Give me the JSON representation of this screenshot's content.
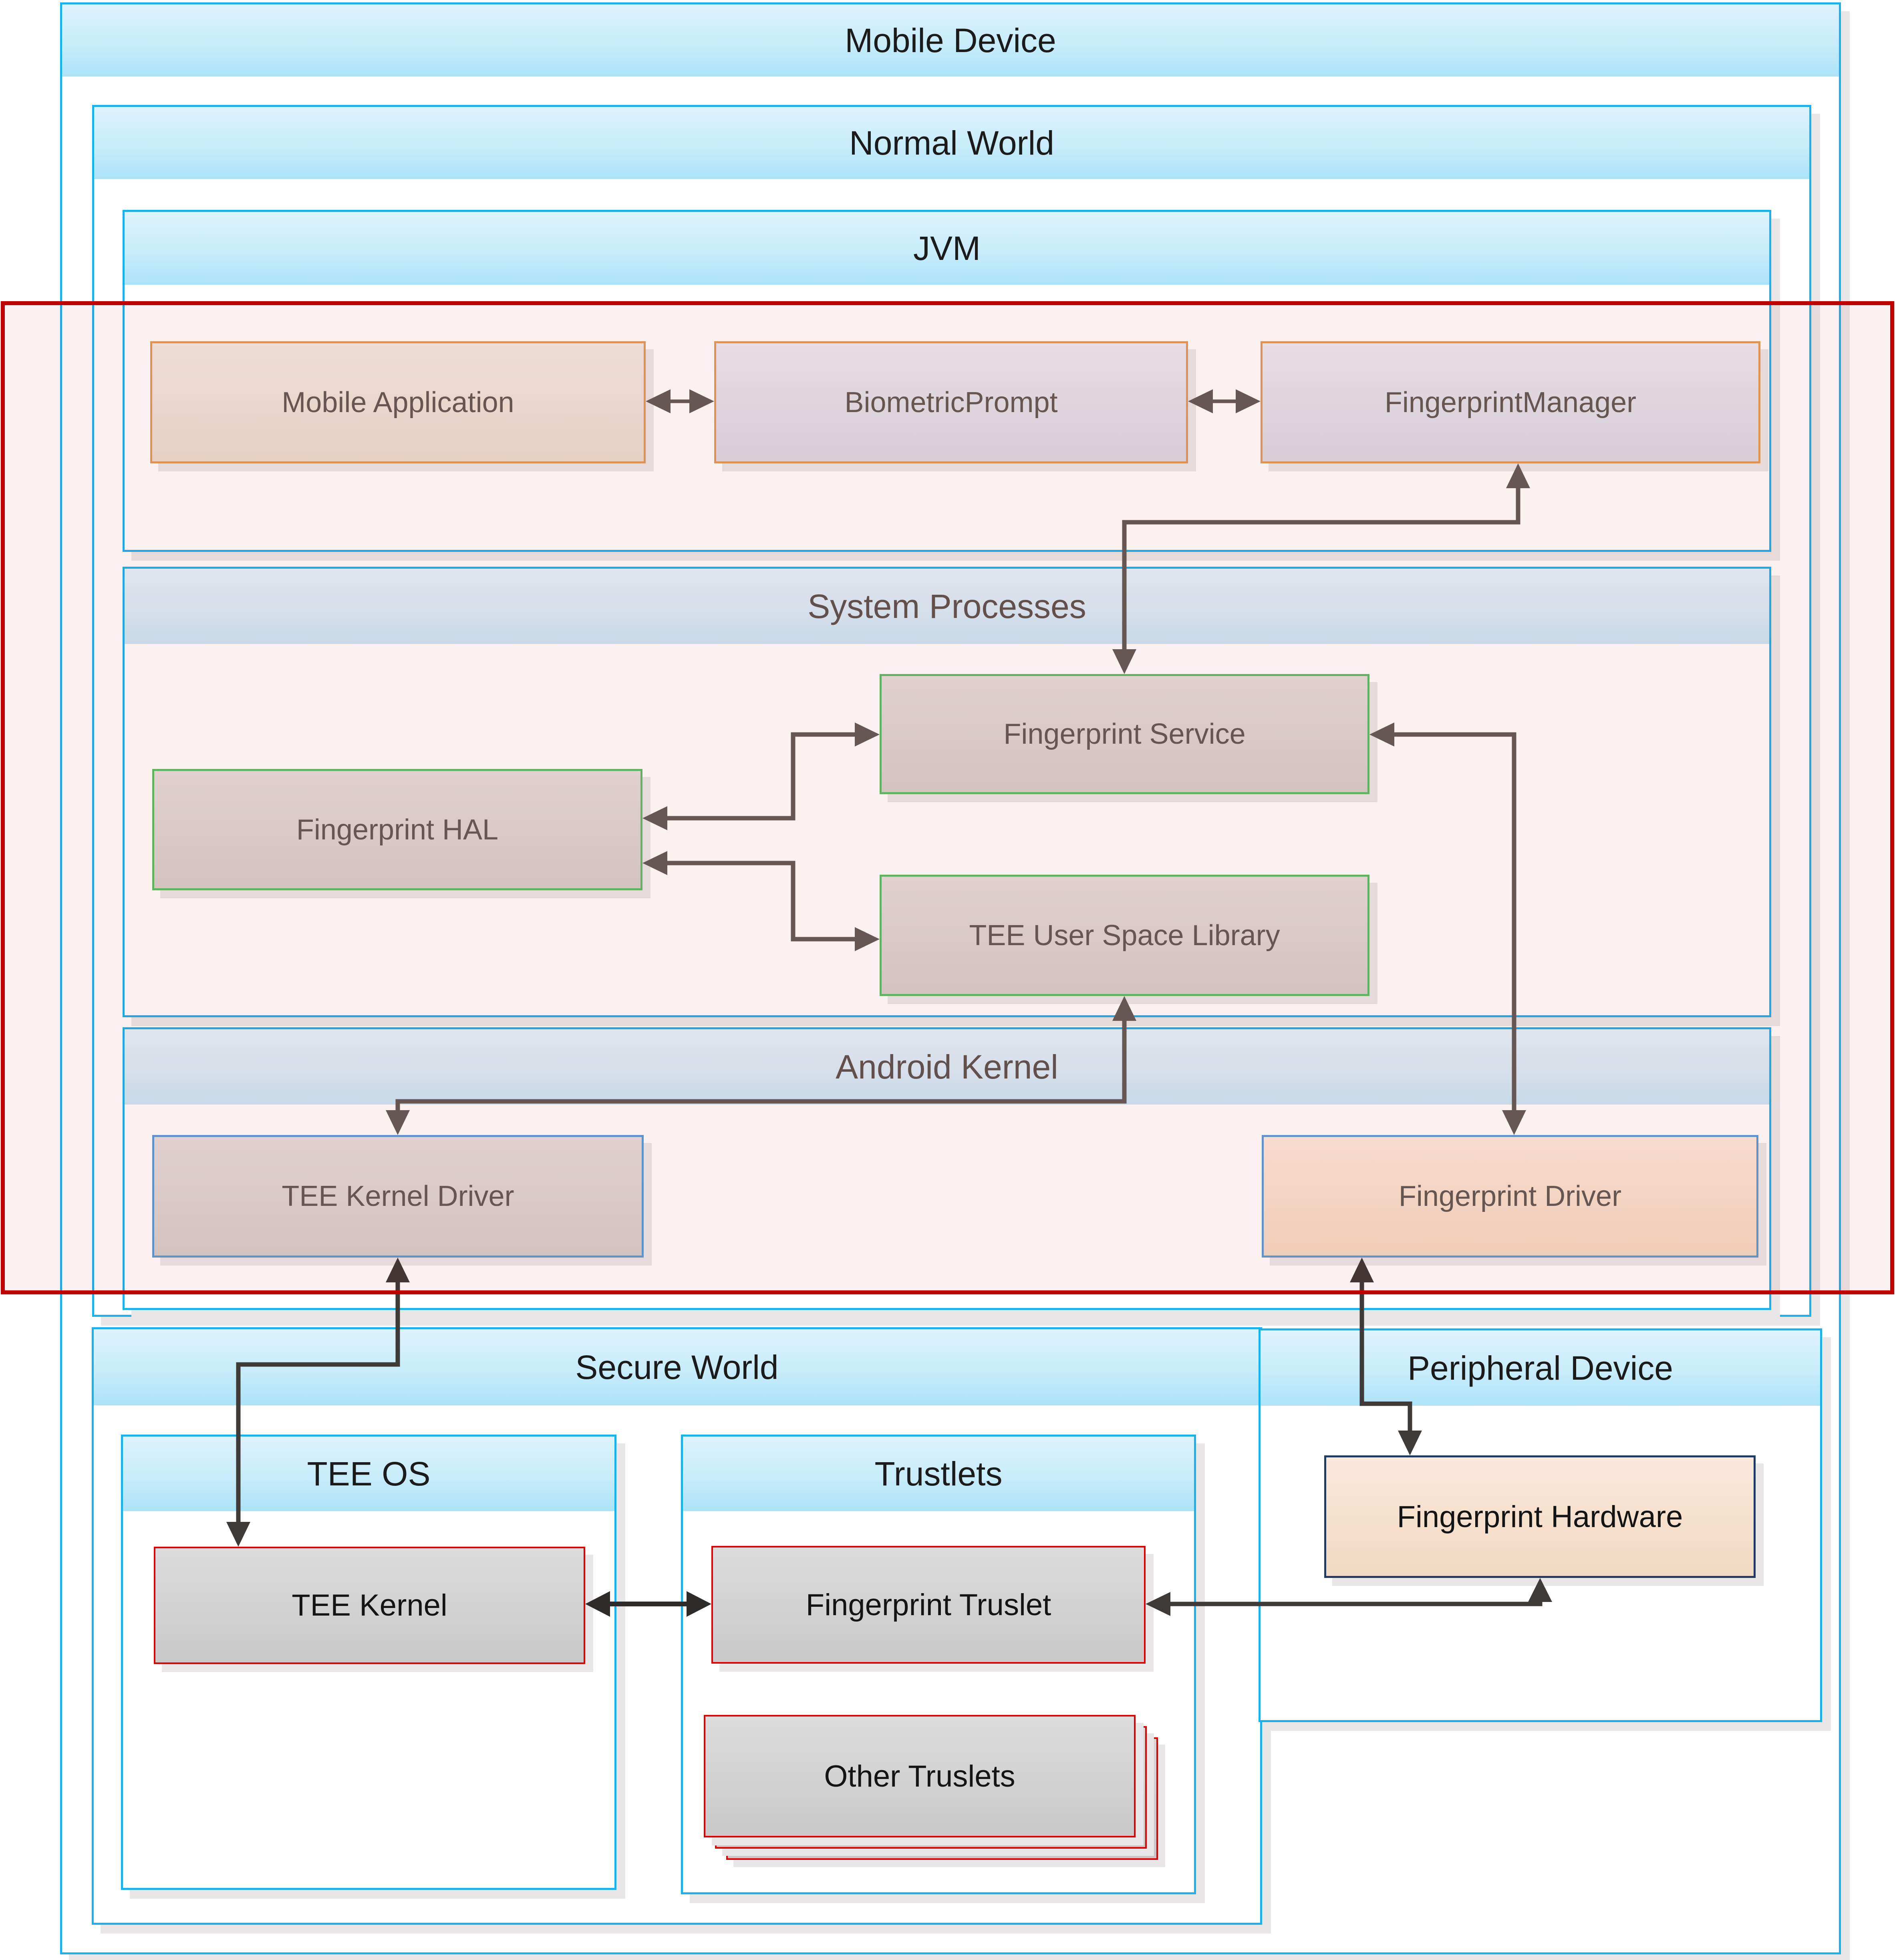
{
  "sections": {
    "mobile_device": {
      "title": "Mobile Device"
    },
    "normal_world": {
      "title": "Normal World"
    },
    "jvm": {
      "title": "JVM",
      "boxes": {
        "mobile_application": {
          "label": "Mobile Application"
        },
        "biometric_prompt": {
          "label": "BiometricPrompt"
        },
        "fingerprint_manager": {
          "label": "FingerprintManager"
        }
      }
    },
    "system_processes": {
      "title": "System Processes",
      "boxes": {
        "fingerprint_service": {
          "label": "Fingerprint Service"
        },
        "fingerprint_hal": {
          "label": "Fingerprint HAL"
        },
        "tee_user_space_library": {
          "label": "TEE User Space Library"
        }
      }
    },
    "android_kernel": {
      "title": "Android Kernel",
      "boxes": {
        "tee_kernel_driver": {
          "label": "TEE Kernel Driver"
        },
        "fingerprint_driver": {
          "label": "Fingerprint Driver"
        }
      }
    },
    "secure_world": {
      "title": "Secure World",
      "tee_os": {
        "title": "TEE OS",
        "boxes": {
          "tee_kernel": {
            "label": "TEE Kernel"
          }
        }
      },
      "trustlets": {
        "title": "Trustlets",
        "boxes": {
          "fingerprint_truslet": {
            "label": "Fingerprint Truslet"
          },
          "other_truslets": {
            "label": "Other Truslets"
          }
        }
      }
    },
    "peripheral_device": {
      "title": "Peripheral Device",
      "boxes": {
        "fingerprint_hardware": {
          "label": "Fingerprint Hardware"
        }
      }
    }
  },
  "connectors": [
    {
      "from": "Mobile Application",
      "to": "BiometricPrompt",
      "type": "bidirectional"
    },
    {
      "from": "BiometricPrompt",
      "to": "FingerprintManager",
      "type": "bidirectional"
    },
    {
      "from": "FingerprintManager",
      "to": "Fingerprint Service",
      "type": "bidirectional"
    },
    {
      "from": "Fingerprint Service",
      "to": "Fingerprint HAL",
      "type": "bidirectional"
    },
    {
      "from": "Fingerprint HAL",
      "to": "TEE User Space Library",
      "type": "bidirectional"
    },
    {
      "from": "TEE User Space Library",
      "to": "TEE Kernel Driver",
      "type": "bidirectional"
    },
    {
      "from": "Fingerprint Service",
      "to": "Fingerprint Driver",
      "type": "bidirectional"
    },
    {
      "from": "TEE Kernel Driver",
      "to": "TEE Kernel",
      "type": "bidirectional"
    },
    {
      "from": "Fingerprint Driver",
      "to": "Fingerprint Hardware",
      "type": "bidirectional"
    },
    {
      "from": "Fingerprint Hardware",
      "to": "Fingerprint Truslet",
      "type": "bidirectional"
    },
    {
      "from": "TEE Kernel",
      "to": "Fingerprint Truslet",
      "type": "bidirectional"
    }
  ],
  "highlight": {
    "description": "red rectangle highlighting the Normal World software stack from JVM apps down to kernel drivers",
    "color": "#C10000"
  },
  "colors": {
    "container_border": "#18B2EE",
    "band_gradient_top": "#DDF3FD",
    "band_gradient_bottom": "#ABE3F8",
    "orange_box_border": "#E29B59",
    "green_box_border": "#5DBE67",
    "blue_box_border": "#5B9BD5",
    "red_box_border": "#E00000",
    "navy_box_border": "#1F3B63",
    "connector_gray": "#615C59",
    "connector_dark": "#3D3A38",
    "highlight_red": "#C10000"
  }
}
